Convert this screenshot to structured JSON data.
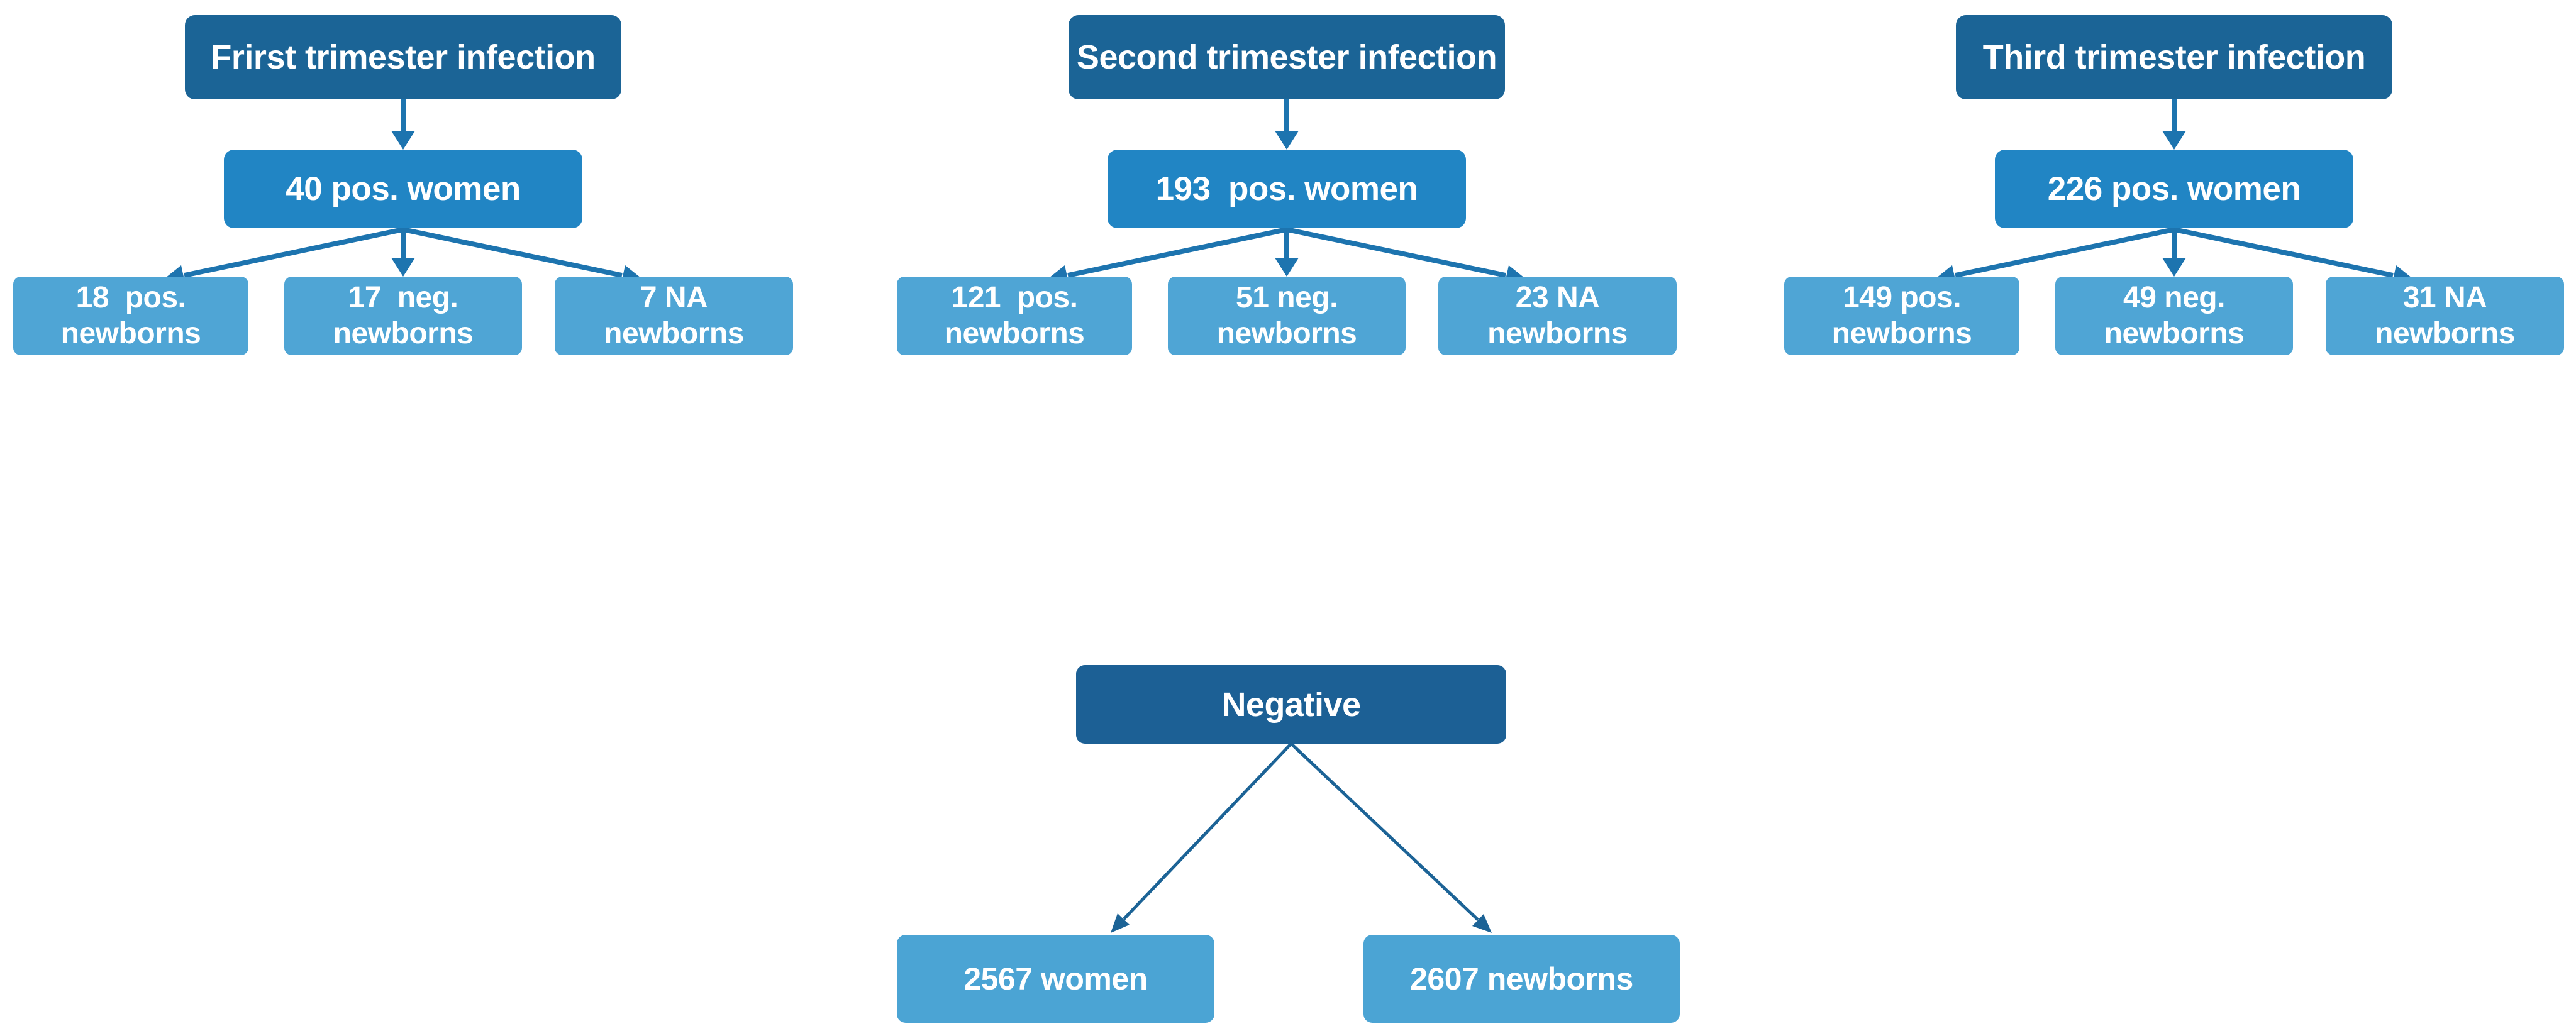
{
  "diagram": {
    "type": "flowchart",
    "description": "Study flow of toxoplasmosis infection by trimester with maternal and newborn outcomes",
    "colors": {
      "title_box": "#1b6496",
      "mother_box": "#2185c4",
      "child_box": "#4fa5d5",
      "arrow": "#1d74af",
      "negative_arrow": "#1c6396",
      "text": "#ffffff",
      "background": "#ffffff"
    }
  },
  "trees": [
    {
      "title": "Frirst trimester infection",
      "mother": "40 pos. women",
      "children": [
        "18  pos.\nnewborns",
        "17  neg.\nnewborns",
        "7 NA\nnewborns"
      ]
    },
    {
      "title": "Second trimester infection",
      "mother": "193  pos. women",
      "children": [
        "121  pos.\nnewborns",
        "51 neg.\nnewborns",
        "23 NA\nnewborns"
      ]
    },
    {
      "title": "Third trimester infection",
      "mother": "226 pos. women",
      "children": [
        "149 pos.\nnewborns",
        "49 neg.\nnewborns",
        "31 NA\nnewborns"
      ]
    }
  ],
  "negative": {
    "title": "Negative",
    "children": [
      "2567 women",
      "2607 newborns"
    ]
  }
}
